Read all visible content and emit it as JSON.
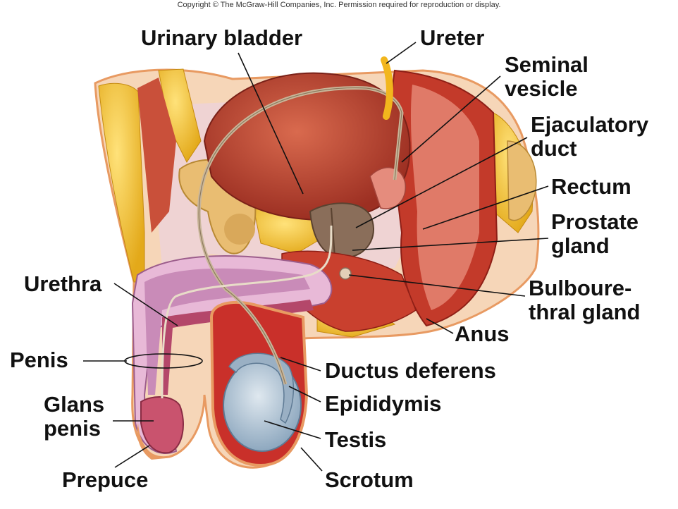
{
  "copyright": "Copyright © The McGraw-Hill Companies, Inc. Permission required for reproduction or display.",
  "labels": {
    "urinary_bladder": "Urinary bladder",
    "ureter": "Ureter",
    "seminal_vesicle": [
      "Seminal",
      "vesicle"
    ],
    "ejaculatory_duct": [
      "Ejaculatory",
      "duct"
    ],
    "rectum": "Rectum",
    "prostate_gland": [
      "Prostate",
      "gland"
    ],
    "bulbourethral_gland": [
      "Bulboure-",
      "thral gland"
    ],
    "anus": "Anus",
    "urethra": "Urethra",
    "penis": "Penis",
    "ductus_deferens": "Ductus deferens",
    "epididymis": "Epididymis",
    "glans_penis": [
      "Glans",
      "penis"
    ],
    "testis": "Testis",
    "prepuce": "Prepuce",
    "scrotum": "Scrotum"
  },
  "colors": {
    "muscle": "#b8412e",
    "muscle_light": "#d9705a",
    "fat": "#f2c230",
    "skin": "#f4c49a",
    "erectile": "#c98bb8",
    "testis": "#a9bfd1",
    "bone": "#e8b86a",
    "ureter": "#f2b61d",
    "duct": "#c9b69a"
  }
}
